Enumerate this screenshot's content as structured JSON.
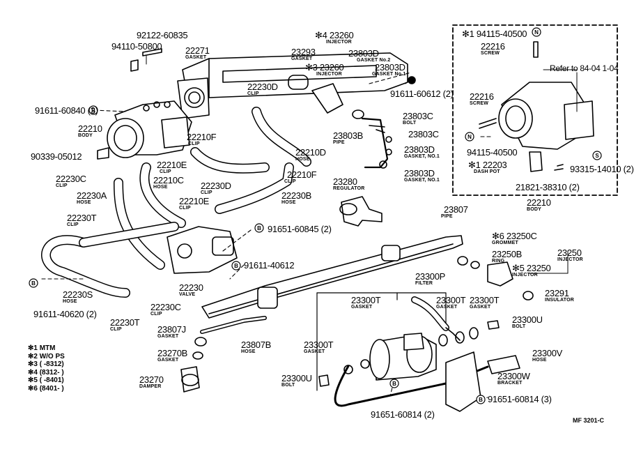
{
  "diagram": {
    "code": "MF 3201-C",
    "legend": [
      "✻1 MTM",
      "✻2 W/O PS",
      "✻3 (      -8312)",
      "✻4 (8312-      )",
      "✻5 (      -8401)",
      "✻6 (8401-      )"
    ],
    "callouts": [
      {
        "id": "p1",
        "num": "92122-60835",
        "sub": ""
      },
      {
        "id": "p2",
        "num": "94110-50800",
        "sub": ""
      },
      {
        "id": "p3",
        "num": "22271",
        "sub": "GASKET"
      },
      {
        "id": "p4",
        "num": "✻4 23260",
        "sub": "INJECTOR"
      },
      {
        "id": "p5",
        "num": "23293",
        "sub": "GASKET"
      },
      {
        "id": "p6",
        "num": "✻3 23260",
        "sub": "INJECTOR"
      },
      {
        "id": "p7",
        "num": "23803D",
        "sub": "GASKET No.2"
      },
      {
        "id": "p8",
        "num": "23803D",
        "sub": "GASKET No.1"
      },
      {
        "id": "p9",
        "num": "22230D",
        "sub": "CLIP"
      },
      {
        "id": "p10",
        "num": "91611-60612 (2)",
        "sub": ""
      },
      {
        "id": "p11",
        "num": "91611-60840 (3)",
        "sub": ""
      },
      {
        "id": "p12",
        "num": "22210",
        "sub": "BODY"
      },
      {
        "id": "p13",
        "num": "23803C",
        "sub": "BOLT"
      },
      {
        "id": "p14",
        "num": "23803B",
        "sub": "PIPE"
      },
      {
        "id": "p15",
        "num": "23803C",
        "sub": ""
      },
      {
        "id": "p16",
        "num": "22210F",
        "sub": "CLIP"
      },
      {
        "id": "p17",
        "num": "23803D",
        "sub": "GASKET, NO.1"
      },
      {
        "id": "p18",
        "num": "22210D",
        "sub": "HOSE"
      },
      {
        "id": "p19",
        "num": "90339-05012",
        "sub": ""
      },
      {
        "id": "p20",
        "num": "22210E",
        "sub": "CLIP"
      },
      {
        "id": "p21",
        "num": "22210F",
        "sub": "CLIP"
      },
      {
        "id": "p22",
        "num": "23803D",
        "sub": "GASKET, NO.1"
      },
      {
        "id": "p23",
        "num": "22230C",
        "sub": "CLIP"
      },
      {
        "id": "p24",
        "num": "22210C",
        "sub": "HOSE"
      },
      {
        "id": "p25",
        "num": "22230D",
        "sub": "CLIP"
      },
      {
        "id": "p26",
        "num": "23280",
        "sub": "REGULATOR"
      },
      {
        "id": "p27",
        "num": "22230A",
        "sub": "HOSE"
      },
      {
        "id": "p28",
        "num": "22230B",
        "sub": "HOSE"
      },
      {
        "id": "p29",
        "num": "22210E",
        "sub": "CLIP"
      },
      {
        "id": "p30",
        "num": "22230T",
        "sub": "CLIP"
      },
      {
        "id": "p31",
        "num": "91651-60845 (2)",
        "sub": ""
      },
      {
        "id": "p32",
        "num": "23807",
        "sub": "PIPE"
      },
      {
        "id": "p33",
        "num": "✻6 23250C",
        "sub": "GROMMET"
      },
      {
        "id": "p34",
        "num": "23250B",
        "sub": "RING"
      },
      {
        "id": "p35",
        "num": "23250",
        "sub": "INJECTOR"
      },
      {
        "id": "p36",
        "num": "91611-40612",
        "sub": ""
      },
      {
        "id": "p37",
        "num": "✻5 23250",
        "sub": "INJECTOR"
      },
      {
        "id": "p38",
        "num": "23300P",
        "sub": "FILTER"
      },
      {
        "id": "p39",
        "num": "22230S",
        "sub": "HOSE"
      },
      {
        "id": "p40",
        "num": "22230",
        "sub": "VALVE"
      },
      {
        "id": "p41",
        "num": "23291",
        "sub": "INSULATOR"
      },
      {
        "id": "p42",
        "num": "91611-40620 (2)",
        "sub": ""
      },
      {
        "id": "p43",
        "num": "22230C",
        "sub": "CLIP"
      },
      {
        "id": "p44",
        "num": "23300T",
        "sub": "GASKET"
      },
      {
        "id": "p45",
        "num": "23300T",
        "sub": "GASKET"
      },
      {
        "id": "p46",
        "num": "23300T",
        "sub": "GASKET"
      },
      {
        "id": "p47",
        "num": "22230T",
        "sub": "CLIP"
      },
      {
        "id": "p48",
        "num": "23807J",
        "sub": "GASKET"
      },
      {
        "id": "p49",
        "num": "23300U",
        "sub": "BOLT"
      },
      {
        "id": "p50",
        "num": "23807B",
        "sub": "HOSE"
      },
      {
        "id": "p51",
        "num": "23300T",
        "sub": "GASKET"
      },
      {
        "id": "p52",
        "num": "23270B",
        "sub": "GASKET"
      },
      {
        "id": "p53",
        "num": "23300V",
        "sub": "HOSE"
      },
      {
        "id": "p54",
        "num": "23270",
        "sub": "DAMPER"
      },
      {
        "id": "p55",
        "num": "23300U",
        "sub": "BOLT"
      },
      {
        "id": "p56",
        "num": "23300W",
        "sub": "BRACKET"
      },
      {
        "id": "p57",
        "num": "91651-60814 (3)",
        "sub": ""
      },
      {
        "id": "p58",
        "num": "91651-60814 (2)",
        "sub": ""
      }
    ],
    "inset": {
      "refer": "Refer to 84-04 1-04",
      "callouts": [
        {
          "id": "i1",
          "num": "✻1 94115-40500",
          "sub": ""
        },
        {
          "id": "i2",
          "num": "22216",
          "sub": "SCREW"
        },
        {
          "id": "i3",
          "num": "22216",
          "sub": "SCREW"
        },
        {
          "id": "i4",
          "num": "94115-40500",
          "sub": ""
        },
        {
          "id": "i5",
          "num": "✻1 22203",
          "sub": "DASH POT"
        },
        {
          "id": "i6",
          "num": "93315-14010 (2)",
          "sub": ""
        },
        {
          "id": "i7",
          "num": "21821-38310 (2)",
          "sub": ""
        },
        {
          "id": "i8",
          "num": "22210",
          "sub": "BODY"
        }
      ]
    }
  }
}
